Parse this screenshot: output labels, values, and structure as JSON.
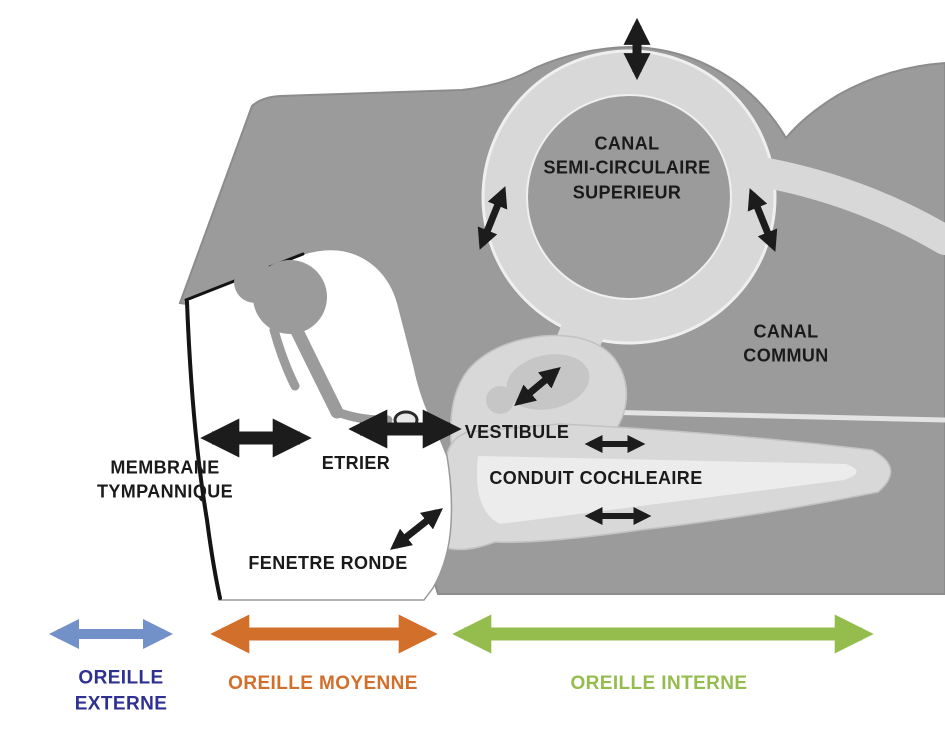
{
  "labels": {
    "canal_semi_circulaire": "CANAL\nSEMI-CIRCULAIRE\nSUPERIEUR",
    "canal_commun": "CANAL\nCOMMUN",
    "vestibule": "VESTIBULE",
    "etrier": "ETRIER",
    "membrane_tympannique": "MEMBRANE\nTYMPANNIQUE",
    "conduit_cochleaire": "CONDUIT COCHLEAIRE",
    "fenetre_ronde": "FENETRE RONDE",
    "oreille_externe": "OREILLE\nEXTERNE",
    "oreille_moyenne": "OREILLE MOYENNE",
    "oreille_interne": "OREILLE INTERNE"
  },
  "colors": {
    "bone_gray": "#9b9b9b",
    "fluid_gray": "#d8d8d8",
    "arrow_black": "#1c1c1c",
    "outer_ear_arrow": "#7191c8",
    "outer_ear_text": "#2e3192",
    "middle_ear": "#d26f2b",
    "inner_ear": "#94bd4e"
  }
}
